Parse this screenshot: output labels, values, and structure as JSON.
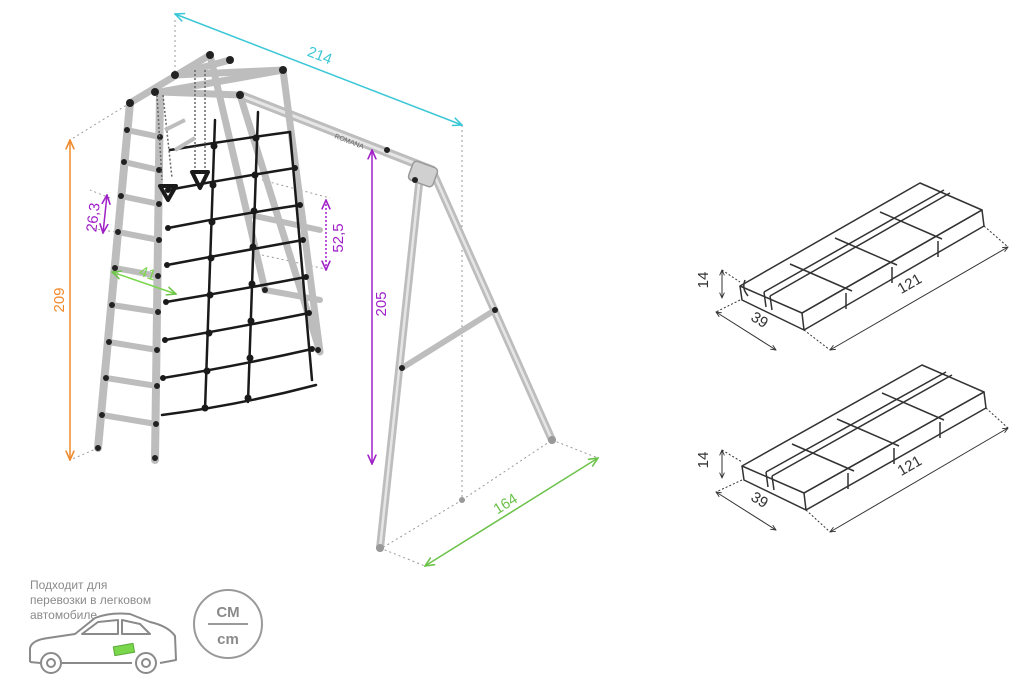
{
  "colors": {
    "frame": "#bdbdbd",
    "rope": "#1a1a1a",
    "width_dim": "#3cc7d6",
    "height_dim": "#f08a2c",
    "beam_height_dim": "#a020c8",
    "depth_dim": "#6cc24a",
    "ladder_dim": "#7ad64a",
    "box_line": "#333333",
    "guide": "#9a9a9a"
  },
  "dimensions": {
    "width": "214",
    "frame_height": "209",
    "beam_height": "205",
    "depth": "164",
    "rung_spacing": "26,3",
    "ladder_width": "41",
    "net_cell": "52,5"
  },
  "brand_label": "ROMANA",
  "packages": [
    {
      "height": "14",
      "width": "39",
      "length": "121"
    },
    {
      "height": "14",
      "width": "39",
      "length": "121"
    }
  ],
  "transport_note": [
    "Подходит для",
    "перевозки в легковом",
    "автомобиле"
  ],
  "units": {
    "top": "CM",
    "bottom": "cm"
  },
  "icons": [
    "car-icon",
    "units-badge-icon"
  ]
}
